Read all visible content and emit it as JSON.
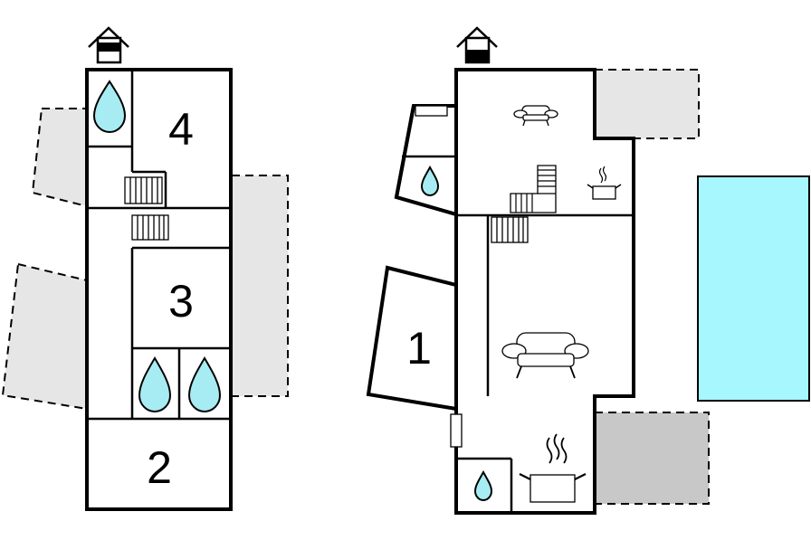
{
  "floors": [
    {
      "name": "upper-floor",
      "rooms": [
        {
          "number": "4"
        },
        {
          "number": "3"
        },
        {
          "number": "2"
        }
      ],
      "bathrooms": 3,
      "icons": [
        "entrance-icon",
        "bathroom-drop-icon",
        "staircase-icon"
      ]
    },
    {
      "name": "ground-floor",
      "rooms": [
        {
          "number": "1"
        }
      ],
      "bathrooms": 2,
      "icons": [
        "entrance-icon",
        "bathroom-drop-icon",
        "staircase-icon",
        "sofa-icon",
        "kitchen-pot-icon"
      ]
    }
  ],
  "features": [
    "terrace",
    "pool"
  ],
  "colors": {
    "water": "#a8ecf3",
    "pool": "#a7f7ff",
    "terrace": "#e6e6e6",
    "terrace_covered": "#c8c8c8",
    "wall": "#000000"
  }
}
